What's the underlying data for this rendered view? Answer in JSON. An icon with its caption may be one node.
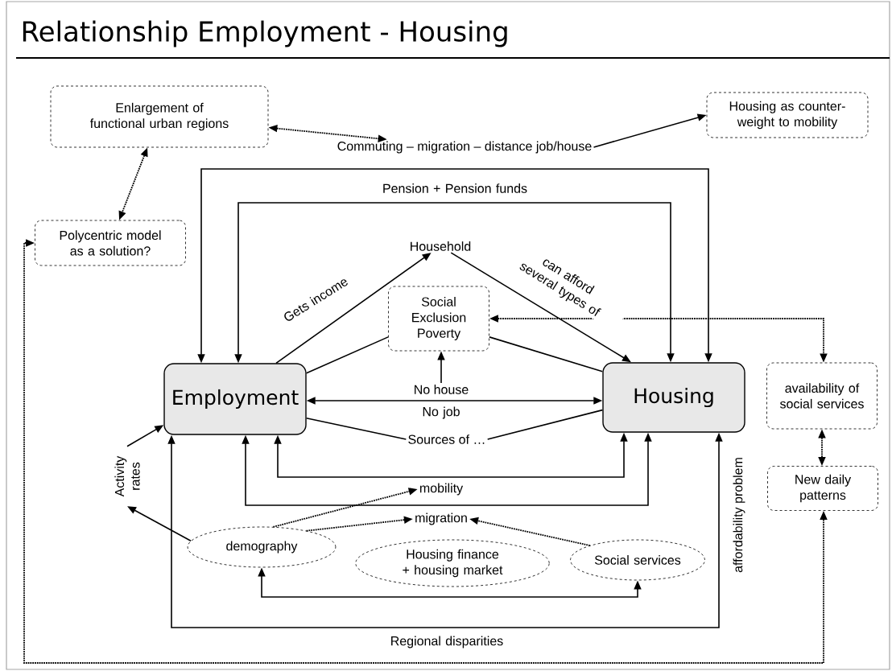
{
  "diagram": {
    "title": "Relationship Employment - Housing",
    "nodes": [
      {
        "text": [
          "Enlargement of functional urban regions"
        ]
      },
      {
        "text": [
          "Commuting – migration – distance job/house"
        ]
      },
      {
        "text": [
          "Housing as counter-weight to mobility"
        ]
      },
      {
        "text": [
          "Polycentric model as a solution?"
        ]
      },
      {
        "text": [
          "Household"
        ]
      },
      {
        "text": [
          "Social Exclusion Poverty"
        ]
      },
      {
        "text": [
          "Employment"
        ]
      },
      {
        "text": [
          "No house"
        ]
      },
      {
        "text": [
          "Sources of …"
        ]
      },
      {
        "text": [
          "Housing"
        ]
      },
      {
        "text": [
          "availability of social services"
        ]
      },
      {
        "text": [
          "New daily patterns"
        ]
      },
      {
        "text": [
          "mobility"
        ]
      },
      {
        "text": [
          "migration"
        ]
      },
      {
        "text": [
          "Activity rates"
        ]
      },
      {
        "text": [
          "demography"
        ]
      },
      {
        "text": [
          "Housing finance + housing market"
        ]
      },
      {
        "text": [
          "Social services"
        ]
      }
    ],
    "edges": [
      {
        "from": 0,
        "to": 1,
        "arrow": "both",
        "style": "dashed"
      },
      {
        "from": 0,
        "to": 3,
        "arrow": "both",
        "style": "dashed"
      },
      {
        "from": 1,
        "to": 2,
        "arrow": "to"
      },
      {
        "from": 6,
        "to": 9,
        "arrow": "both"
      },
      {
        "from": 6,
        "to": 9,
        "arrow": "both",
        "label": "Pension + Pension funds"
      },
      {
        "from": 6,
        "to": 4,
        "arrow": "to",
        "label": "Gets income"
      },
      {
        "from": 4,
        "to": 9,
        "arrow": "to",
        "label": "can afford several types of"
      },
      {
        "from": 5,
        "to": 10,
        "arrow": "both",
        "style": "dashed"
      },
      {
        "from": 6,
        "to": 5,
        "arrow": "none"
      },
      {
        "from": 5,
        "to": 9,
        "arrow": "none"
      },
      {
        "from": 7,
        "to": 5,
        "arrow": "to"
      },
      {
        "from": 6,
        "to": 9,
        "arrow": "both",
        "label": "No job"
      },
      {
        "from": 6,
        "to": 8,
        "arrow": "none"
      },
      {
        "from": 8,
        "to": 9,
        "arrow": "none"
      },
      {
        "from": 6,
        "to": 9,
        "arrow": "both"
      },
      {
        "from": 6,
        "to": 9,
        "arrow": "both"
      },
      {
        "from": 6,
        "to": 9,
        "arrow": "both",
        "label": "Regional disparities"
      },
      {
        "from": 15,
        "to": 12,
        "arrow": "to",
        "style": "dashed"
      },
      {
        "from": 15,
        "to": 13,
        "arrow": "to",
        "style": "dashed"
      },
      {
        "from": 17,
        "to": 13,
        "arrow": "to",
        "style": "dashed"
      },
      {
        "from": 15,
        "to": 14,
        "arrow": "to"
      },
      {
        "from": 14,
        "to": 6,
        "arrow": "to"
      },
      {
        "from": 15,
        "to": 17,
        "arrow": "both"
      },
      {
        "from": 10,
        "to": 11,
        "arrow": "both",
        "style": "dashed"
      },
      {
        "from": 3,
        "to": 11,
        "arrow": "both",
        "style": "dashed"
      }
    ],
    "labels": [
      "affordability problem"
    ]
  }
}
